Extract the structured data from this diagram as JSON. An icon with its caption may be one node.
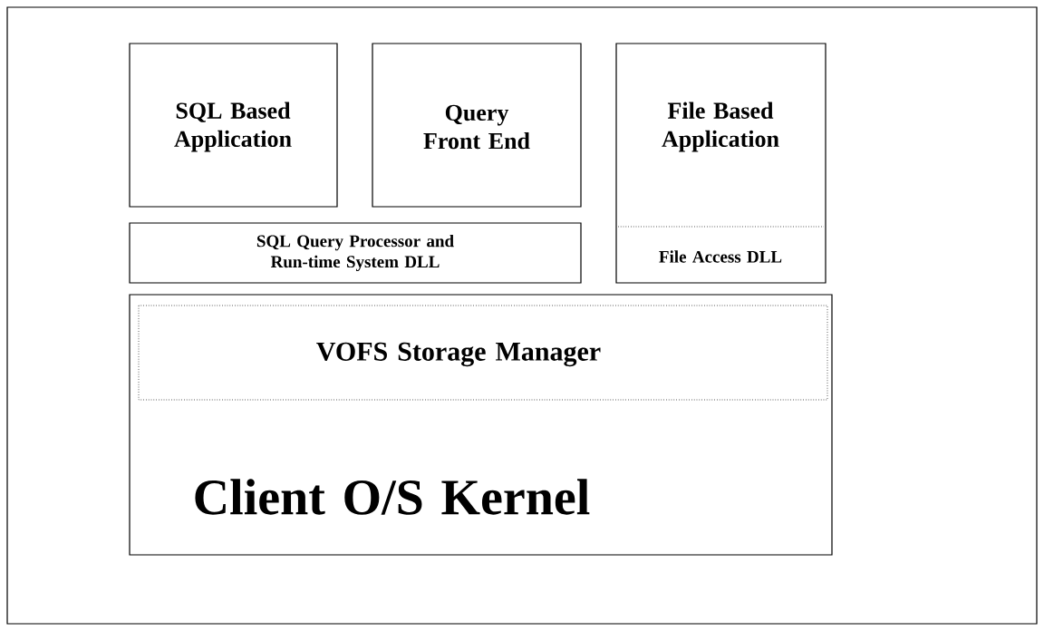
{
  "diagram": {
    "nodes": [
      {
        "text": [
          "SQL Based Application"
        ]
      },
      {
        "text": [
          "Query Front End"
        ]
      },
      {
        "text": [
          "File Based Application"
        ]
      },
      {
        "text": [
          "File Access DLL"
        ],
        "in": 2
      },
      {
        "text": [
          "SQL Query Processor and Run-time System DLL"
        ]
      },
      {
        "text": [
          "Client O/S Kernel"
        ]
      },
      {
        "text": [
          "VOFS Storage Manager"
        ],
        "in": 5
      }
    ]
  }
}
